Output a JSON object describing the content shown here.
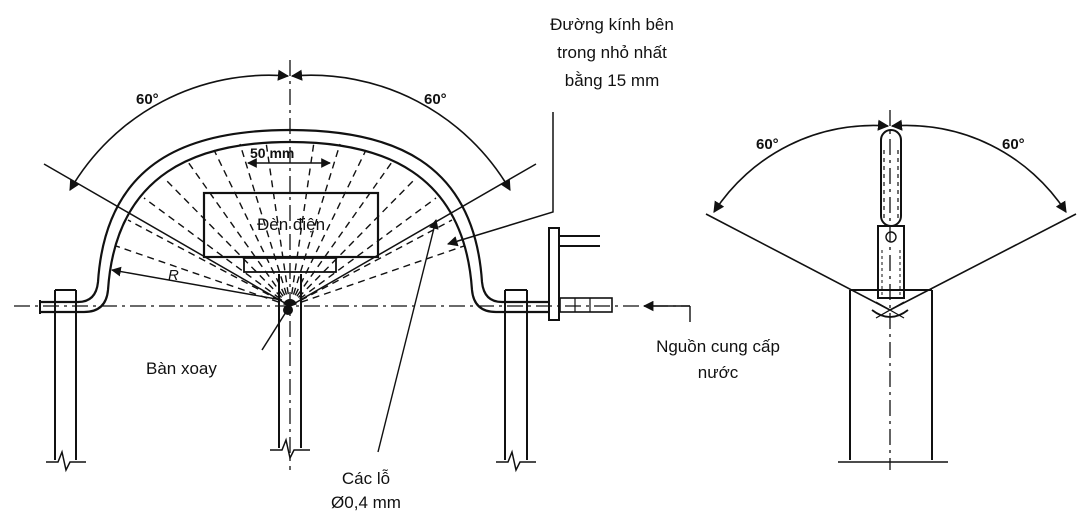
{
  "labels": {
    "angle_left_1": "60°",
    "angle_left_2": "60°",
    "angle_right_1": "60°",
    "angle_right_2": "60°",
    "width_50mm": "50 mm",
    "lamp": "Đèn điện",
    "radius": "R",
    "pivot": "Bàn xoay",
    "holes_line1": "Các lỗ",
    "holes_line2": "Ø0,4 mm",
    "inner_diam_line1": "Đường kính bên",
    "inner_diam_line2": "trong nhỏ nhất",
    "inner_diam_line3": "bằng 15 mm",
    "water_line1": "Nguồn cung cấp",
    "water_line2": "nước"
  },
  "colors": {
    "ink": "#111111",
    "background": "#ffffff"
  }
}
